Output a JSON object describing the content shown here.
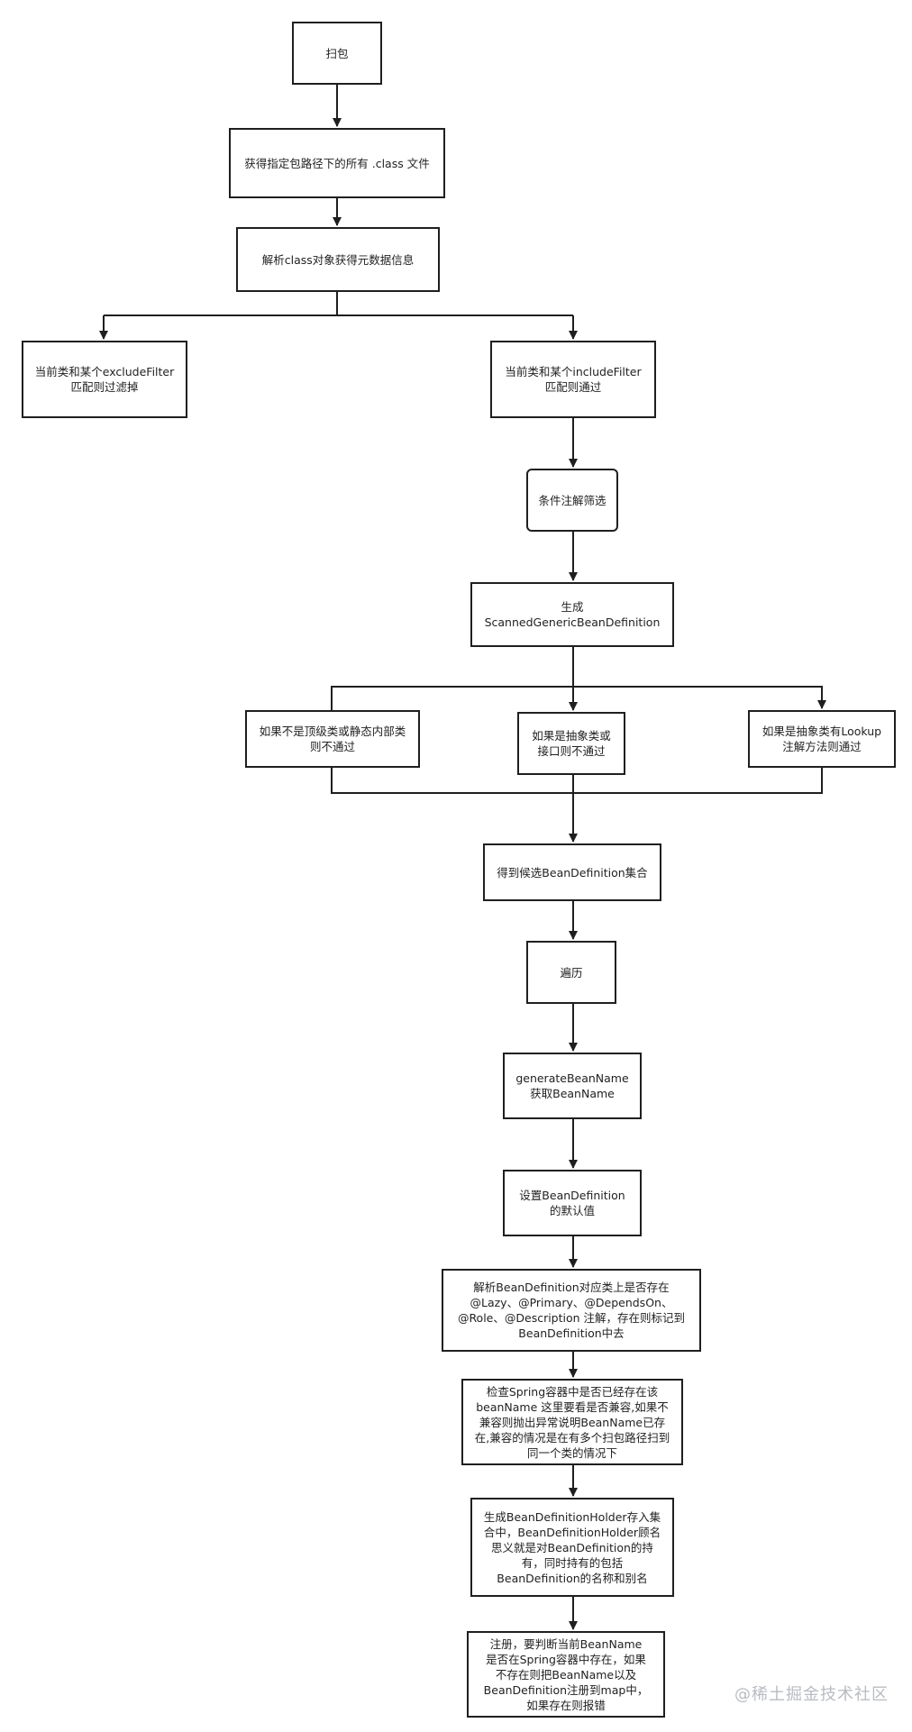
{
  "nodes": {
    "scan": "扫包",
    "get_class_files": "获得指定包路径下的所有 .class 文件",
    "parse_metadata": "解析class对象获得元数据信息",
    "exclude_filter": "当前类和某个excludeFilter\n匹配则过滤掉",
    "include_filter": "当前类和某个includeFilter\n匹配则通过",
    "conditional": "条件注解筛选",
    "generate_sbd": "生成\nScannedGenericBeanDefinition",
    "not_top_level": "如果不是顶级类或静态内部类\n则不通过",
    "abstract_or_interface": "如果是抽象类或\n接口则不通过",
    "abstract_lookup": "如果是抽象类有Lookup\n注解方法则通过",
    "candidate_set": "得到候选BeanDefinition集合",
    "iterate": "遍历",
    "generate_bean_name": "generateBeanName\n获取BeanName",
    "set_defaults": "设置BeanDefinition\n的默认值",
    "parse_annotations": "解析BeanDefinition对应类上是否存在\n@Lazy、@Primary、@DependsOn、\n@Role、@Description 注解，存在则标记到\nBeanDefinition中去",
    "check_container": "检查Spring容器中是否已经存在该\nbeanName 这里要看是否兼容,如果不\n兼容则抛出异常说明BeanName已存\n在,兼容的情况是在有多个扫包路径扫到\n同一个类的情况下",
    "holder": "生成BeanDefinitionHolder存入集\n合中，BeanDefinitionHolder顾名\n思义就是对BeanDefinition的持\n有，同时持有的包括\nBeanDefinition的名称和别名",
    "register": "注册，要判断当前BeanName\n是否在Spring容器中存在，如果\n不存在则把BeanName以及\nBeanDefinition注册到map中，\n如果存在则报错"
  },
  "watermark": "@稀土掘金技术社区",
  "colors": {
    "stroke": "#1f1f1f",
    "background": "#ffffff",
    "watermark": "#b8bcc2"
  }
}
